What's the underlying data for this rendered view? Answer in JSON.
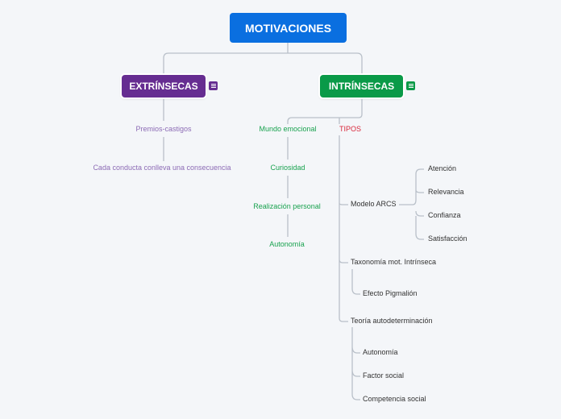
{
  "root": {
    "label": "MOTIVACIONES",
    "color": "#0a6fe0"
  },
  "extrinsecas": {
    "label": "EXTRÍNSECAS",
    "color": "#662d91",
    "icon": "note-icon",
    "children": [
      "Premios-castigos",
      "Cada conducta conlleva una consecuencia"
    ]
  },
  "intrinsecas": {
    "label": "INTRÍNSECAS",
    "color": "#0a9a48",
    "icon": "note-icon",
    "mundo": {
      "label": "Mundo emocional",
      "children": [
        "Curiosidad",
        "Realización personal",
        "Autonomía"
      ]
    },
    "tipos": {
      "label": "TIPOS",
      "arcs": {
        "label": "Modelo ARCS",
        "children": [
          "Atención",
          "Relevancia",
          "Confianza",
          "Satisfacción"
        ]
      },
      "taxonomia": {
        "label": "Taxonomía mot. Intrínseca",
        "children": [
          "Efecto Pigmalión"
        ]
      },
      "teoria": {
        "label": "Teoría autodeterminación",
        "children": [
          "Autonomía",
          "Factor social",
          "Competencia social"
        ]
      }
    }
  }
}
